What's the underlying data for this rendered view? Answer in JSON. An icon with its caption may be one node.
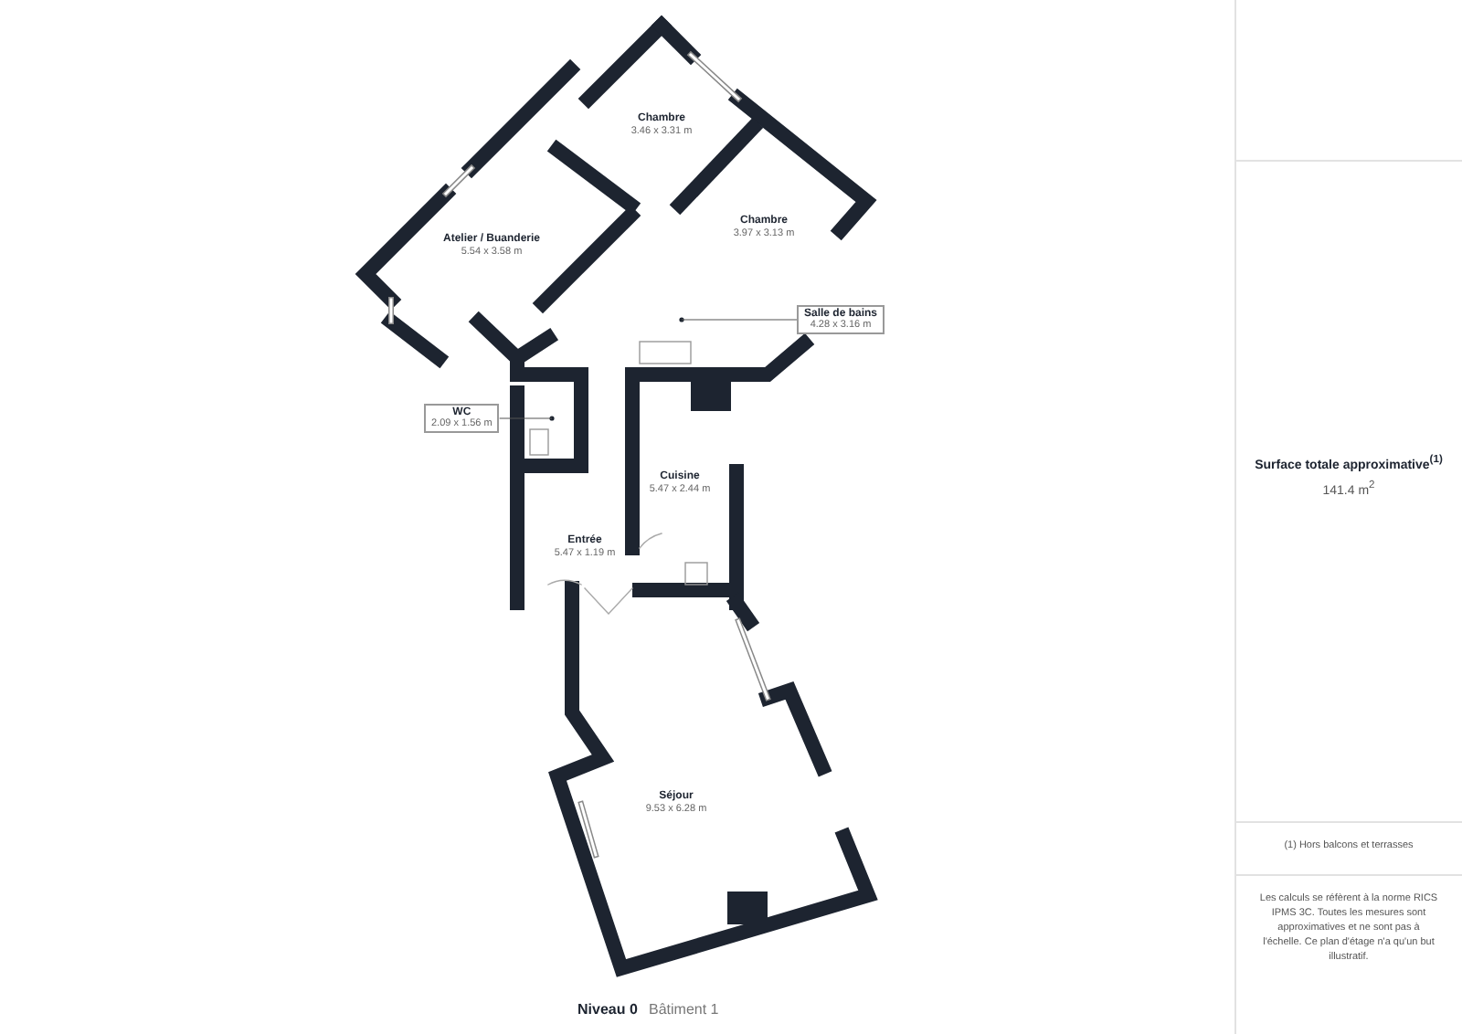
{
  "diagram": {
    "nodes": [
      {
        "text": [
          "WC",
          "2.09 x 1.56 m"
        ]
      },
      {
        "text": [],
        "shape": "circle"
      },
      {
        "text": [
          "Salle de bains",
          "4.28 x 3.16 m"
        ]
      },
      {
        "text": [],
        "shape": "circle"
      }
    ],
    "edges": [
      {
        "from": 0,
        "to": 1,
        "arrow": "none"
      },
      {
        "from": 2,
        "to": 3,
        "arrow": "none"
      }
    ],
    "labels": [
      "Chambre",
      "3.46 x 3.31 m",
      "Atelier / Buanderie",
      "5.54 x 3.58 m",
      "Chambre",
      "3.97 x 3.13 m",
      "Cuisine",
      "5.47 x 2.44 m",
      "Entrée",
      "5.47 x 1.19 m",
      "Séjour",
      "9.53 x 6.28 m",
      "Niveau 0",
      "Bâtiment 1",
      "Surface totale approximative$^{(1)}$",
      "141.4 m$^{2}$",
      "(1) Hors balcons et terrasses",
      "Les calculs se réfèrent à la norme RICS IPMS 3C. Toutes les mesures sont approximatives et ne sont pas à l'échelle. Ce plan d'étage n'a qu'un but illustratif."
    ]
  }
}
